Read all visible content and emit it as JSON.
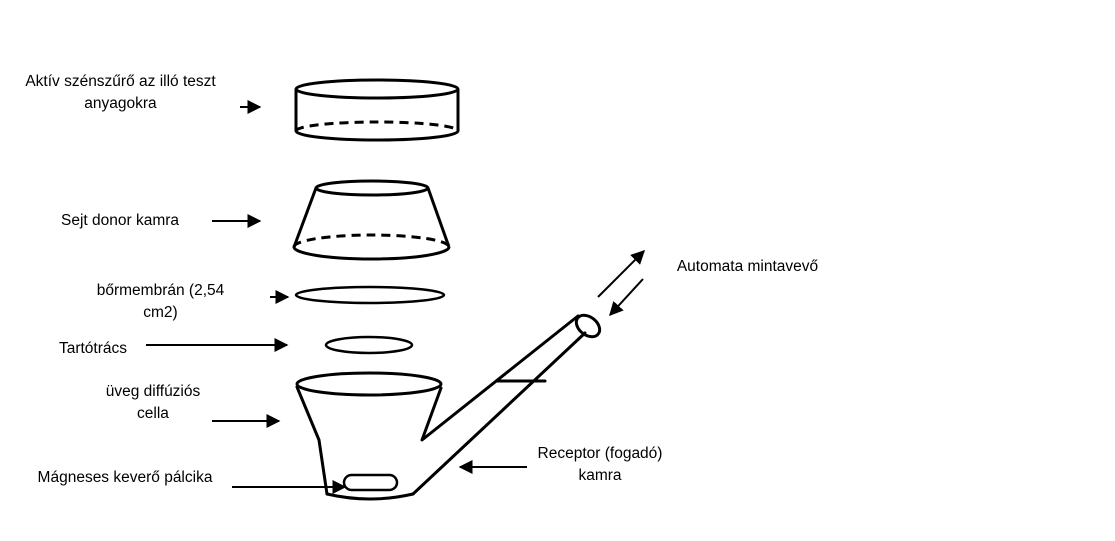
{
  "labels": {
    "carbon_filter": [
      "Aktív szénszűrő az illó teszt",
      "anyagokra"
    ],
    "donor_chamber": [
      "Sejt donor kamra"
    ],
    "skin_membrane": [
      "bőrmembrán (2,54",
      "cm2)"
    ],
    "support_grid": [
      "Tartótrács"
    ],
    "glass_cell": [
      "üveg diffúziós",
      "cella"
    ],
    "stir_bar": [
      "Mágneses keverő pálcika"
    ],
    "receptor": [
      "Receptor (fogadó)",
      "kamra"
    ],
    "sampler": [
      "Automata mintavevő"
    ]
  },
  "colors": {
    "stroke": "#000000",
    "background": "#ffffff"
  }
}
